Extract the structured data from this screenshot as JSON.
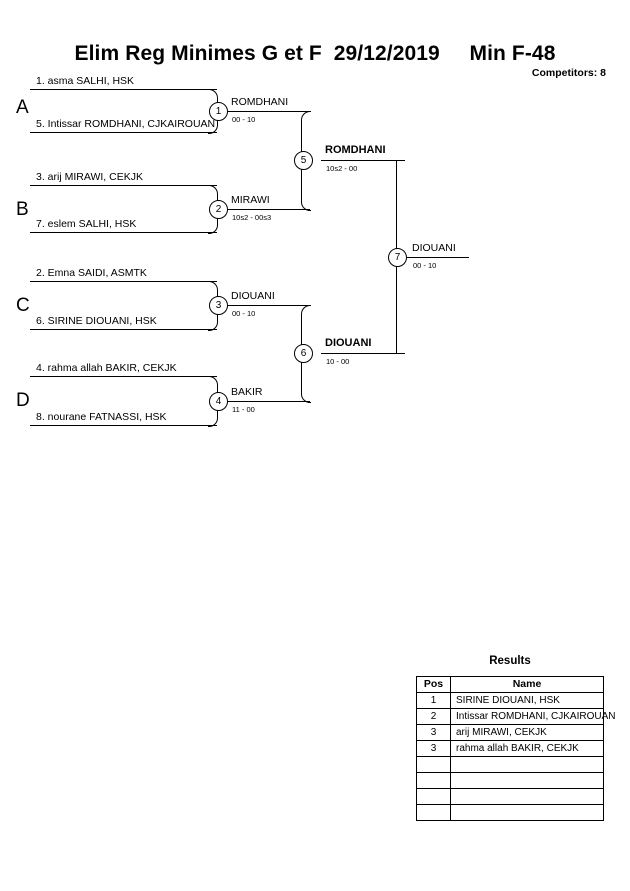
{
  "header": {
    "title": "Elim Reg Minimes G et F  29/12/2019     Min F-48",
    "competitors": "Competitors: 8"
  },
  "bracket": {
    "groups": [
      {
        "letter": "A"
      },
      {
        "letter": "B"
      },
      {
        "letter": "C"
      },
      {
        "letter": "D"
      }
    ],
    "entrants": [
      {
        "label": "1. asma SALHI, HSK"
      },
      {
        "label": "5. Intissar ROMDHANI, CJKAIROUAN"
      },
      {
        "label": "3. arij MIRAWI, CEKJK"
      },
      {
        "label": "7. eslem SALHI, HSK"
      },
      {
        "label": "2. Emna SAIDI, ASMTK"
      },
      {
        "label": "6. SIRINE DIOUANI, HSK"
      },
      {
        "label": "4. rahma allah BAKIR, CEKJK"
      },
      {
        "label": "8. nourane FATNASSI, HSK"
      }
    ],
    "matches": [
      {
        "number": "1",
        "winner": "ROMDHANI",
        "score": "00 - 10"
      },
      {
        "number": "2",
        "winner": "MIRAWI",
        "score": "10s2 - 00s3"
      },
      {
        "number": "3",
        "winner": "DIOUANI",
        "score": "00 - 10"
      },
      {
        "number": "4",
        "winner": "BAKIR",
        "score": "11 - 00"
      },
      {
        "number": "5",
        "winner": "ROMDHANI",
        "score": "10s2 - 00"
      },
      {
        "number": "6",
        "winner": "DIOUANI",
        "score": "10 - 00"
      },
      {
        "number": "7",
        "winner": "DIOUANI",
        "score": "00 - 10"
      }
    ]
  },
  "results": {
    "title": "Results",
    "columns": [
      "Pos",
      "Name"
    ],
    "rows": [
      {
        "pos": "1",
        "name": "SIRINE DIOUANI, HSK"
      },
      {
        "pos": "2",
        "name": "Intissar ROMDHANI, CJKAIROUAN"
      },
      {
        "pos": "3",
        "name": "arij MIRAWI, CEKJK"
      },
      {
        "pos": "3",
        "name": "rahma allah BAKIR, CEKJK"
      },
      {
        "pos": "",
        "name": ""
      },
      {
        "pos": "",
        "name": ""
      },
      {
        "pos": "",
        "name": ""
      },
      {
        "pos": "",
        "name": ""
      }
    ]
  }
}
